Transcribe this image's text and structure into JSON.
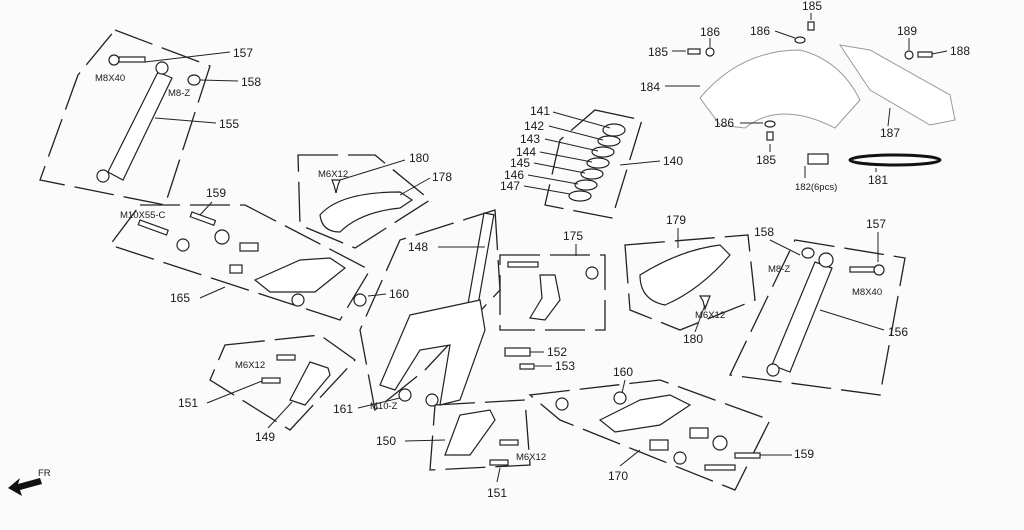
{
  "labels": [
    "157",
    "M8X40",
    "158",
    "M8-Z",
    "155",
    "159",
    "M10X55-C",
    "180",
    "M6X12",
    "178",
    "141",
    "142",
    "143",
    "144",
    "145",
    "146",
    "147",
    "140",
    "184",
    "185",
    "186",
    "186",
    "185",
    "189",
    "188",
    "186",
    "185",
    "187",
    "182(6pcs)",
    "181",
    "148",
    "175",
    "179",
    "158",
    "M8-Z",
    "157",
    "M8X40",
    "165",
    "160",
    "180",
    "M6X12",
    "156",
    "152",
    "153",
    "M6X12",
    "160",
    "151",
    "161",
    "M10-Z",
    "149",
    "150",
    "M6X12",
    "159",
    "170",
    "151",
    "FR"
  ]
}
